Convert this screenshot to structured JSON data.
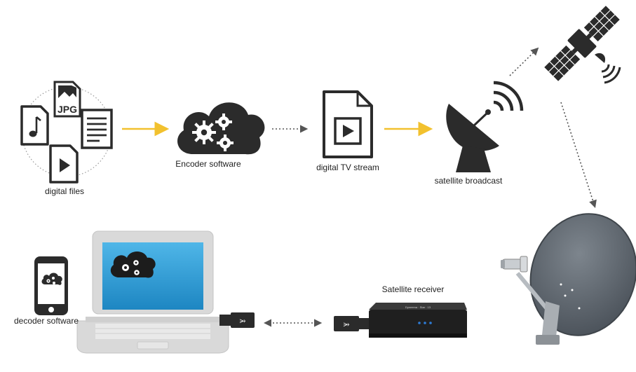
{
  "labels": {
    "digital_files": "digital files",
    "encoder_software": "Encoder software",
    "digital_tv_stream": "digital TV stream",
    "satellite_broadcast": "satellite broadcast",
    "satellite_receiver": "Satellite receiver",
    "decoder_software": "decoder software"
  },
  "icons": {
    "jpg_text": "JPG",
    "receiver_brand": "Dyneema · Star · 13"
  },
  "colors": {
    "icon_dark": "#2b2b2b",
    "solid_arrow": "#f2c12e",
    "dotted_arrow": "#555555",
    "laptop_body": "#d9d9d9",
    "laptop_screen": "#2a9fd6",
    "dish_gray": "#646b73",
    "receiver_led": "#2e7cd6"
  }
}
